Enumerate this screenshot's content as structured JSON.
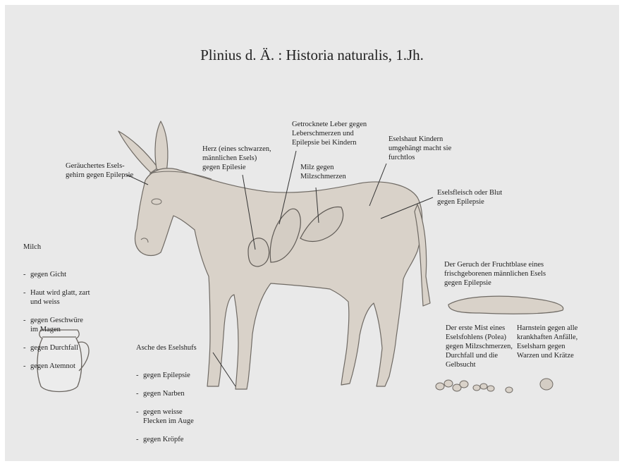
{
  "title": "Plinius d. Ä. : Historia naturalis, 1.Jh.",
  "labels": {
    "brain": "Geräuchertes Esels-\ngehirn gegen Epilepsie",
    "heart": "Herz (eines schwarzen,\nmännlichen Esels)\ngegen Epilesie",
    "liver": "Getrocknete Leber gegen\nLeberschmerzen und\nEpilepsie bei Kindern",
    "spleen": "Milz gegen\nMilzschmerzen",
    "hide": "Eselshaut Kindern\numgehängt macht sie\nfurchtlos",
    "meat": "Eselsfleisch oder Blut\ngegen Epilepsie",
    "afterbirth": "Der Geruch der Fruchtblase eines\nfrischgeborenen männlichen Esels\ngegen Epilepsie",
    "foal_dung": "Der erste Mist eines\nEselsfohlens (Polea)\ngegen Milzschmerzen,\nDurchfall und die\nGelbsucht",
    "urine_stone": "Harnstein gegen alle\nkrankhaften Anfälle,\nEselsharn gegen\nWarzen und Krätze"
  },
  "milk": {
    "heading": "Milch",
    "items": [
      "gegen Gicht",
      "Haut wird glatt, zart\nund weiss",
      "gegen Geschwüre\nim Magen",
      "gegen Durchfall",
      "gegen Atemnot"
    ]
  },
  "hoof": {
    "heading": "Asche des Eselshufs",
    "items": [
      "gegen Epilepsie",
      "gegen Narben",
      "gegen weisse\nFlecken im Auge",
      "gegen Kröpfe"
    ]
  }
}
